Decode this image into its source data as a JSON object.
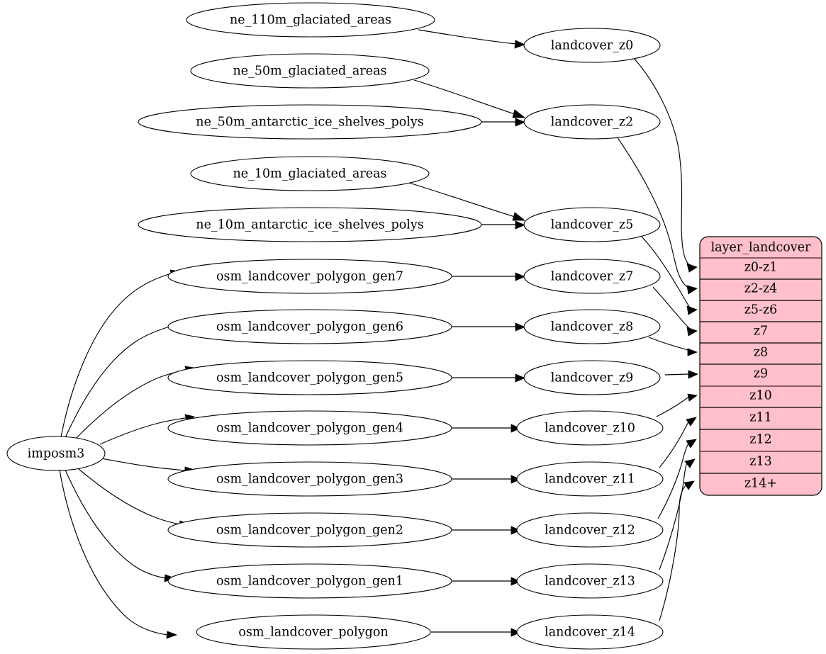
{
  "diagram": {
    "type": "graphviz-directed-graph",
    "background_color": "#ffffff",
    "node_fill": "#ffffff",
    "node_stroke": "#000000",
    "table_fill": "#ffc0cb",
    "table_stroke": "#000000",
    "source_node": {
      "id": "imposm3",
      "label": "imposm3"
    },
    "natural_earth_sources": [
      {
        "id": "ne_110m_glaciated_areas",
        "label": "ne_110m_glaciated_areas"
      },
      {
        "id": "ne_50m_glaciated_areas",
        "label": "ne_50m_glaciated_areas"
      },
      {
        "id": "ne_50m_antarctic_ice_shelves_polys",
        "label": "ne_50m_antarctic_ice_shelves_polys"
      },
      {
        "id": "ne_10m_glaciated_areas",
        "label": "ne_10m_glaciated_areas"
      },
      {
        "id": "ne_10m_antarctic_ice_shelves_polys",
        "label": "ne_10m_antarctic_ice_shelves_polys"
      }
    ],
    "osm_sources": [
      {
        "id": "osm_landcover_polygon_gen7",
        "label": "osm_landcover_polygon_gen7"
      },
      {
        "id": "osm_landcover_polygon_gen6",
        "label": "osm_landcover_polygon_gen6"
      },
      {
        "id": "osm_landcover_polygon_gen5",
        "label": "osm_landcover_polygon_gen5"
      },
      {
        "id": "osm_landcover_polygon_gen4",
        "label": "osm_landcover_polygon_gen4"
      },
      {
        "id": "osm_landcover_polygon_gen3",
        "label": "osm_landcover_polygon_gen3"
      },
      {
        "id": "osm_landcover_polygon_gen2",
        "label": "osm_landcover_polygon_gen2"
      },
      {
        "id": "osm_landcover_polygon_gen1",
        "label": "osm_landcover_polygon_gen1"
      },
      {
        "id": "osm_landcover_polygon",
        "label": "osm_landcover_polygon"
      }
    ],
    "landcover_nodes": [
      {
        "id": "landcover_z0",
        "label": "landcover_z0"
      },
      {
        "id": "landcover_z2",
        "label": "landcover_z2"
      },
      {
        "id": "landcover_z5",
        "label": "landcover_z5"
      },
      {
        "id": "landcover_z7",
        "label": "landcover_z7"
      },
      {
        "id": "landcover_z8",
        "label": "landcover_z8"
      },
      {
        "id": "landcover_z9",
        "label": "landcover_z9"
      },
      {
        "id": "landcover_z10",
        "label": "landcover_z10"
      },
      {
        "id": "landcover_z11",
        "label": "landcover_z11"
      },
      {
        "id": "landcover_z12",
        "label": "landcover_z12"
      },
      {
        "id": "landcover_z13",
        "label": "landcover_z13"
      },
      {
        "id": "landcover_z14",
        "label": "landcover_z14"
      }
    ],
    "layer_table": {
      "title": "layer_landcover",
      "rows": [
        {
          "label": "z0-z1"
        },
        {
          "label": "z2-z4"
        },
        {
          "label": "z5-z6"
        },
        {
          "label": "z7"
        },
        {
          "label": "z8"
        },
        {
          "label": "z9"
        },
        {
          "label": "z10"
        },
        {
          "label": "z11"
        },
        {
          "label": "z12"
        },
        {
          "label": "z13"
        },
        {
          "label": "z14+"
        }
      ]
    },
    "edges": [
      {
        "from": "ne_110m_glaciated_areas",
        "to": "landcover_z0"
      },
      {
        "from": "ne_50m_glaciated_areas",
        "to": "landcover_z2"
      },
      {
        "from": "ne_50m_antarctic_ice_shelves_polys",
        "to": "landcover_z2"
      },
      {
        "from": "ne_10m_glaciated_areas",
        "to": "landcover_z5"
      },
      {
        "from": "ne_10m_antarctic_ice_shelves_polys",
        "to": "landcover_z5"
      },
      {
        "from": "imposm3",
        "to": "osm_landcover_polygon_gen7"
      },
      {
        "from": "imposm3",
        "to": "osm_landcover_polygon_gen6"
      },
      {
        "from": "imposm3",
        "to": "osm_landcover_polygon_gen5"
      },
      {
        "from": "imposm3",
        "to": "osm_landcover_polygon_gen4"
      },
      {
        "from": "imposm3",
        "to": "osm_landcover_polygon_gen3"
      },
      {
        "from": "imposm3",
        "to": "osm_landcover_polygon_gen2"
      },
      {
        "from": "imposm3",
        "to": "osm_landcover_polygon_gen1"
      },
      {
        "from": "imposm3",
        "to": "osm_landcover_polygon"
      },
      {
        "from": "osm_landcover_polygon_gen7",
        "to": "landcover_z7"
      },
      {
        "from": "osm_landcover_polygon_gen6",
        "to": "landcover_z8"
      },
      {
        "from": "osm_landcover_polygon_gen5",
        "to": "landcover_z9"
      },
      {
        "from": "osm_landcover_polygon_gen4",
        "to": "landcover_z10"
      },
      {
        "from": "osm_landcover_polygon_gen3",
        "to": "landcover_z11"
      },
      {
        "from": "osm_landcover_polygon_gen2",
        "to": "landcover_z12"
      },
      {
        "from": "osm_landcover_polygon_gen1",
        "to": "landcover_z13"
      },
      {
        "from": "osm_landcover_polygon",
        "to": "landcover_z14"
      },
      {
        "from": "landcover_z0",
        "to": "z0-z1"
      },
      {
        "from": "landcover_z2",
        "to": "z2-z4"
      },
      {
        "from": "landcover_z5",
        "to": "z5-z6"
      },
      {
        "from": "landcover_z7",
        "to": "z7"
      },
      {
        "from": "landcover_z8",
        "to": "z8"
      },
      {
        "from": "landcover_z9",
        "to": "z9"
      },
      {
        "from": "landcover_z10",
        "to": "z10"
      },
      {
        "from": "landcover_z11",
        "to": "z11"
      },
      {
        "from": "landcover_z12",
        "to": "z12"
      },
      {
        "from": "landcover_z13",
        "to": "z13"
      },
      {
        "from": "landcover_z14",
        "to": "z14+"
      }
    ]
  }
}
